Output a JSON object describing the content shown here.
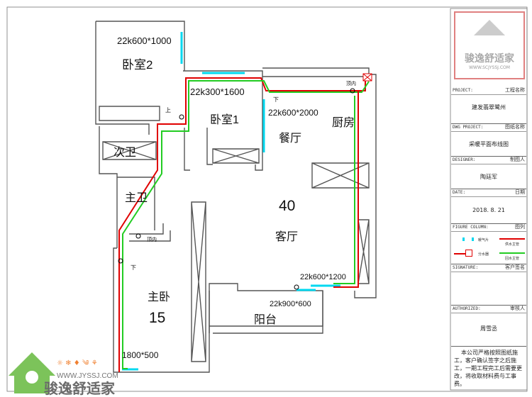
{
  "title_block": {
    "logo": {
      "brand": "骏逸舒适家",
      "url": "WWW.SCJYSSJ.COM"
    },
    "project": {
      "label_en": "PROJECT:",
      "label_cn": "工程名称",
      "value": "建发翡翠鹭州"
    },
    "drawing": {
      "label_en": "DWG PROJECT:",
      "label_cn": "图纸名称",
      "value": "采暖平面布线图"
    },
    "designer": {
      "label_en": "DESIGNER:",
      "label_cn": "制图人",
      "value": "陶廷军"
    },
    "date": {
      "label_en": "DATE:",
      "label_cn": "日期",
      "value": "2018. 8. 21"
    },
    "legend": {
      "label_en": "FIGURE COLUMN:",
      "label_cn": "图列",
      "items": [
        "暖气片",
        "供水主管",
        "分水器",
        "回水主管"
      ]
    },
    "signature": {
      "label_en": "SIGNATURE:",
      "label_cn": "客户签名"
    },
    "authorized": {
      "label_en": "AUTHORIZED:",
      "label_cn": "审核人",
      "value": "周雪丞"
    },
    "note": "本公司严格按照图纸施工，客户确认签字之后施工，一期工程完工后需要更改，将收取材料费与工事费。"
  },
  "plan": {
    "rooms": {
      "bedroom2": "卧室2",
      "bedroom1": "卧室1",
      "dining": "餐厅",
      "kitchen": "厨房",
      "bath2": "次卫",
      "bath1": "主卫",
      "living": "客厅",
      "master": "主卧",
      "balcony": "阳台"
    },
    "numbers": {
      "living": "40",
      "master": "15"
    },
    "radiators": [
      "22k600*1000",
      "22k300*1600",
      "22k600*2000",
      "22k600*1200",
      "22k900*600",
      "1800*500"
    ],
    "notes": {
      "up": "上",
      "down": "下",
      "top_inside": "顶内"
    }
  },
  "watermark": {
    "brand": "骏逸舒适家",
    "url": "WWW.JYSSJ.COM"
  },
  "colors": {
    "supply": "#e00000",
    "return": "#22cc22",
    "radiator": "#00d8f0",
    "frame": "#666666"
  }
}
